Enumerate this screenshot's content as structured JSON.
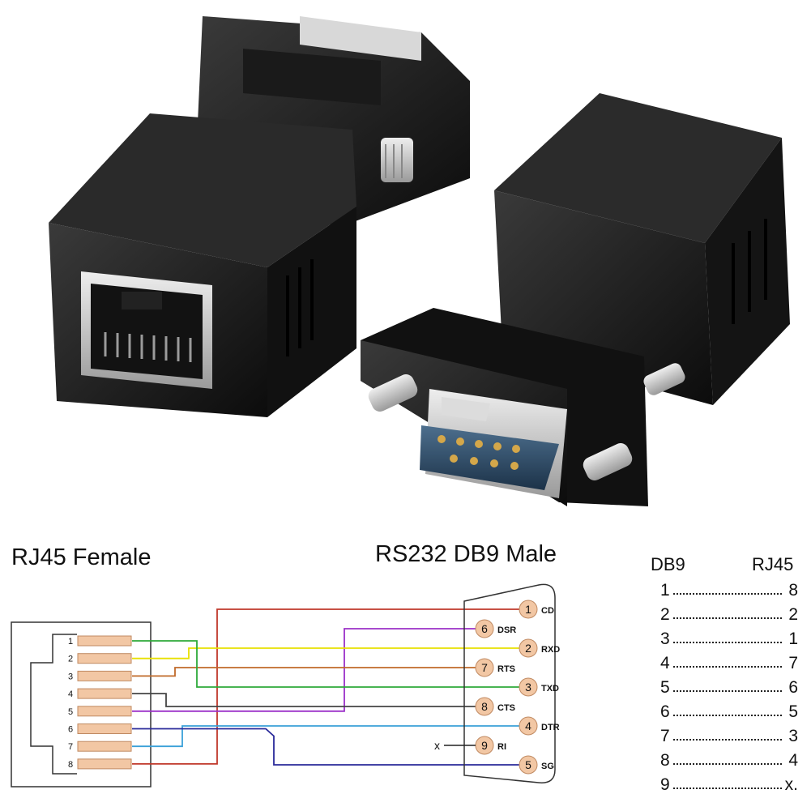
{
  "titles": {
    "rj45": "RJ45 Female",
    "db9": "RS232 DB9 Male"
  },
  "mapping_table": {
    "header_db9": "DB9",
    "header_rj45": "RJ45",
    "rows": [
      {
        "db9": "1",
        "rj45": "8"
      },
      {
        "db9": "2",
        "rj45": "2"
      },
      {
        "db9": "3",
        "rj45": "1"
      },
      {
        "db9": "4",
        "rj45": "7"
      },
      {
        "db9": "5",
        "rj45": "6"
      },
      {
        "db9": "6",
        "rj45": "5"
      },
      {
        "db9": "7",
        "rj45": "3"
      },
      {
        "db9": "8",
        "rj45": "4"
      },
      {
        "db9": "9",
        "rj45": "x."
      }
    ]
  },
  "rj45_pins": [
    "1",
    "2",
    "3",
    "4",
    "5",
    "6",
    "7",
    "8"
  ],
  "db9_pins": [
    {
      "num": "1",
      "signal": "CD"
    },
    {
      "num": "6",
      "signal": "DSR"
    },
    {
      "num": "2",
      "signal": "RXD"
    },
    {
      "num": "7",
      "signal": "RTS"
    },
    {
      "num": "3",
      "signal": "TXD"
    },
    {
      "num": "8",
      "signal": "CTS"
    },
    {
      "num": "4",
      "signal": "DTR"
    },
    {
      "num": "9",
      "signal": "RI"
    },
    {
      "num": "5",
      "signal": "SG"
    }
  ],
  "unconnected_mark": "x",
  "wires": [
    {
      "db9": "1",
      "rj45": "8",
      "color": "#c0392b"
    },
    {
      "db9": "6",
      "rj45": "5",
      "color": "#9b30c8"
    },
    {
      "db9": "2",
      "rj45": "2",
      "color": "#e8e000"
    },
    {
      "db9": "7",
      "rj45": "3",
      "color": "#c06a2a"
    },
    {
      "db9": "3",
      "rj45": "1",
      "color": "#2eaa3a"
    },
    {
      "db9": "8",
      "rj45": "4",
      "color": "#444444"
    },
    {
      "db9": "4",
      "rj45": "7",
      "color": "#3aa0d8"
    },
    {
      "db9": "5",
      "rj45": "6",
      "color": "#2a2a9a"
    }
  ],
  "colors": {
    "pin_fill": "#f2c7a4",
    "pin_stroke": "#c08a62",
    "adapter_body": "#141414",
    "metal": "#c9c9c9",
    "db9_shell": "#2b4a66"
  },
  "photo": {
    "adapter_left_icon": "rj45-adapter-photo",
    "adapter_right_icon": "db9-adapter-photo"
  }
}
